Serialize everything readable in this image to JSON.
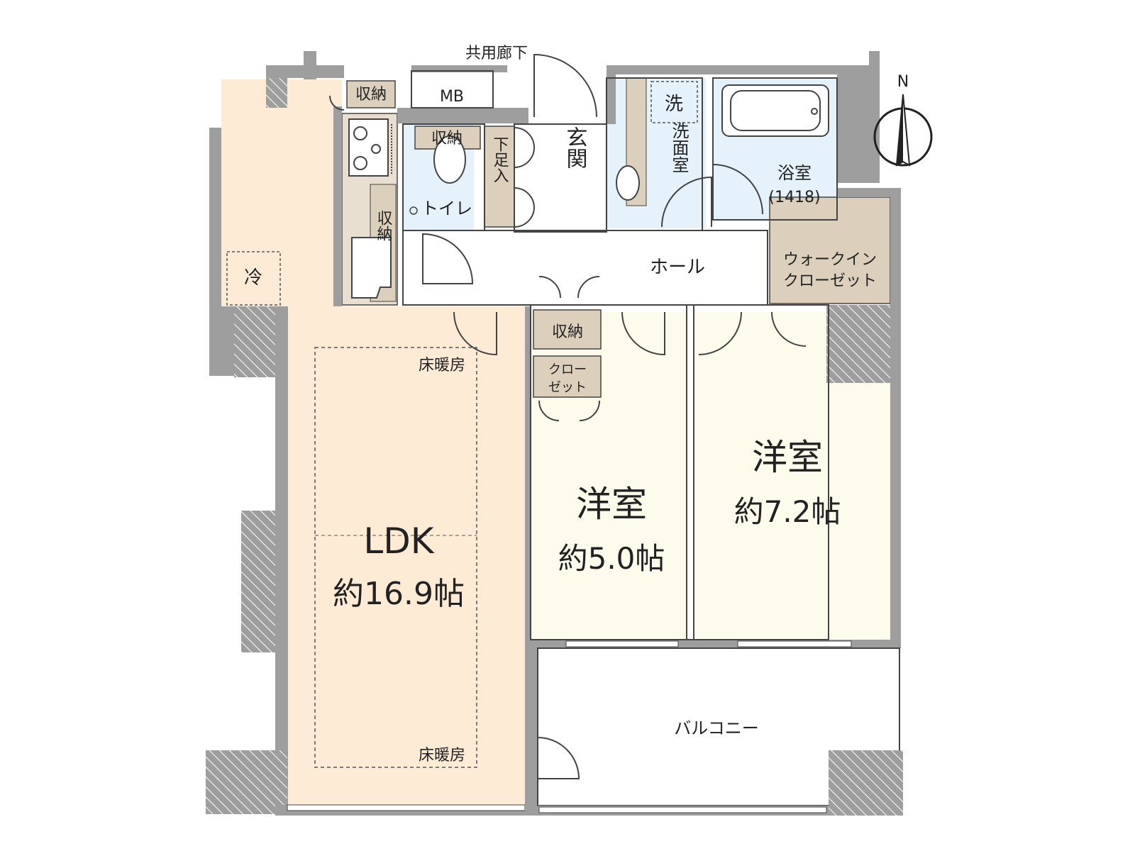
{
  "corridor_label": "共用廊下",
  "compass_label": "N",
  "rooms": {
    "ldk": {
      "name": "LDK",
      "area": "約16.9帖"
    },
    "western_room_1": {
      "name": "洋室",
      "area": "約5.0帖"
    },
    "western_room_2": {
      "name": "洋室",
      "area": "約7.2帖"
    }
  },
  "labels": {
    "storage_top": "収納",
    "meter_box": "MB",
    "toilet_storage": "収納",
    "toilet": "トイレ",
    "shoe_storage": "下足入",
    "entrance": "玄関",
    "washer": "洗",
    "washroom": "洗面室",
    "bathroom": "浴室",
    "bathroom_size": "(1418)",
    "kitchen_storage": "収納",
    "fridge": "冷",
    "hall": "ホール",
    "walk_in_closet_1": "ウォークイン",
    "walk_in_closet_2": "クローゼット",
    "hall_storage": "収納",
    "closet_1": "クロー",
    "closet_2": "ゼット",
    "floor_heating_top": "床暖房",
    "floor_heating_bottom": "床暖房",
    "balcony": "バルコニー"
  },
  "colors": {
    "wall": "#9e9e9e",
    "ldk_floor": "#fdebd6",
    "western_floor": "#fdfbeb",
    "wet_area_floor": "#e6f2fb",
    "storage": "#dccfbc",
    "outline": "#333333"
  }
}
